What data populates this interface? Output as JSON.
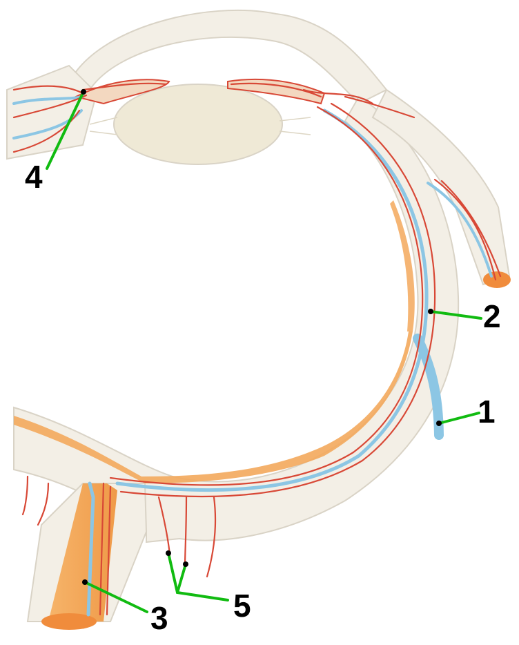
{
  "colors": {
    "background": "#ffffff",
    "sclera": "#f3efe6",
    "sclera_edge": "#d9d3c6",
    "vessel_red": "#d84836",
    "vessel_blue": "#8cc6e4",
    "nerve_orange": "#f3a85c",
    "lens": "#efe9d6",
    "leader_green": "#11bb11",
    "label_text": "#000000"
  },
  "labels": [
    {
      "id": "1",
      "text": "1"
    },
    {
      "id": "2",
      "text": "2"
    },
    {
      "id": "3",
      "text": "3"
    },
    {
      "id": "4",
      "text": "4"
    },
    {
      "id": "5",
      "text": "5"
    }
  ]
}
